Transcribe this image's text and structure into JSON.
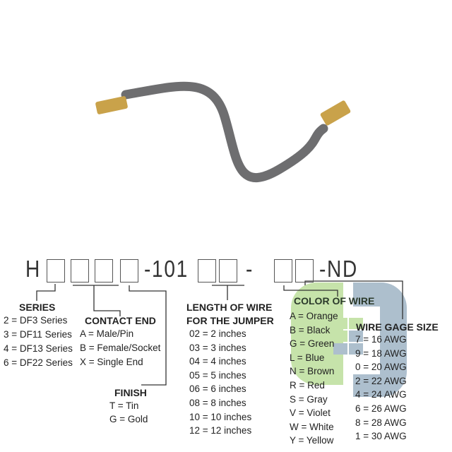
{
  "part_number": {
    "prefix": "H",
    "mid": "-101",
    "sep": "-",
    "suffix": "-ND"
  },
  "series": {
    "title": "SERIES",
    "items": [
      "2 = DF3 Series",
      "3 = DF11 Series",
      "4 = DF13 Series",
      "6 = DF22 Series"
    ]
  },
  "contact_end": {
    "title": "CONTACT END",
    "items": [
      "A = Male/Pin",
      "B = Female/Socket",
      "X = Single End"
    ]
  },
  "finish": {
    "title": "FINISH",
    "items": [
      "T = Tin",
      "G = Gold"
    ]
  },
  "length": {
    "title1": "LENGTH OF WIRE",
    "title2": "FOR THE JUMPER",
    "items": [
      "02 = 2 inches",
      "03 = 3 inches",
      "04 = 4 inches",
      "05 = 5 inches",
      "06 = 6 inches",
      "08 = 8 inches",
      "10 = 10 inches",
      "12 = 12 inches"
    ]
  },
  "color": {
    "title": "COLOR OF WIRE",
    "items": [
      "A = Orange",
      "B = Black",
      "G = Green",
      "L = Blue",
      "N = Brown",
      "R = Red",
      "S = Gray",
      "V = Violet",
      "W = White",
      "Y = Yellow"
    ]
  },
  "gage": {
    "title": "WIRE GAGE SIZE",
    "items": [
      "7 = 16 AWG",
      "9 = 18 AWG",
      "0 = 20 AWG",
      "2 = 22 AWG",
      "4 = 24 AWG",
      "6 = 26 AWG",
      "8 = 28 AWG",
      "1 = 30 AWG"
    ]
  },
  "colors": {
    "wire": "#6e6e70",
    "contact": "#c9a24a",
    "logo_green": "#c4e2a6",
    "logo_blue": "#a9bccb"
  }
}
